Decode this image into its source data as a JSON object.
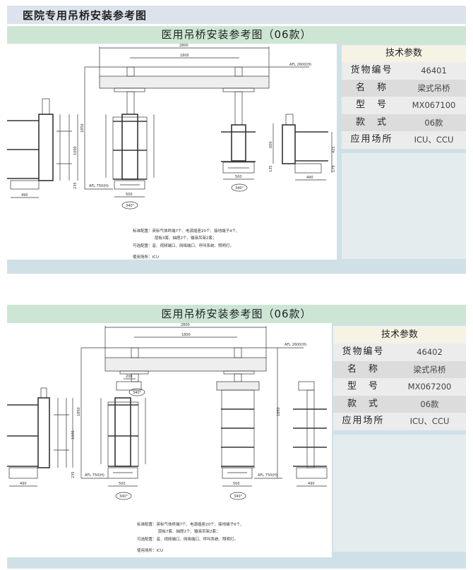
{
  "page_title": "医院专用吊桥安装参考图",
  "sections": [
    {
      "title": "医用吊桥安装参考图（06款）",
      "params_title": "技术参数",
      "params": [
        {
          "k": "货物编号",
          "v": "46401"
        },
        {
          "k": "名　称",
          "v": "梁式吊桥"
        },
        {
          "k": "型　号",
          "v": "MX067100"
        },
        {
          "k": "款　式",
          "v": "06款"
        },
        {
          "k": "应用场所",
          "v": "ICU、CCU"
        }
      ],
      "dims": {
        "w2800": "2800",
        "w1800": "1800",
        "afl_top": "AFL 2600(H)",
        "afl_bottom": "AFL 750(H)",
        "h1850": "1850",
        "h1000": "1000",
        "h235": "235",
        "w490a": "490",
        "w500a": "500",
        "rot_a": "340°",
        "w500b": "500",
        "rot_b": "340°",
        "h600": "600",
        "h425": "425",
        "h135": "135",
        "h179": "179",
        "w490b": "490"
      },
      "notes": [
        "标准配置：英标气体终端7个、电源插座20个、接地端子4个、",
        "层板3套、抽屉2个、输液吊架2套；",
        "可选配置：音、视频端口、网络端口、呼叫系统、照明灯。",
        "使用场所：ICU"
      ]
    },
    {
      "title": "医用吊桥安装参考图（06款）",
      "params_title": "技术参数",
      "params": [
        {
          "k": "货物编号",
          "v": "46402"
        },
        {
          "k": "名　称",
          "v": "梁式吊桥"
        },
        {
          "k": "型　号",
          "v": "MX067200"
        },
        {
          "k": "款　式",
          "v": "06款"
        },
        {
          "k": "应用场所",
          "v": "ICU、CCU"
        }
      ],
      "dims": {
        "w2800": "2800",
        "w1800": "1800",
        "afl_top": "AFL 2600(H)",
        "w200": "200",
        "rot_top": "340°",
        "h1850a": "1850",
        "h1000": "1000",
        "h235": "235",
        "w490a": "490",
        "afl_bottom_a": "AFL 750(H)",
        "w500a": "500",
        "rot_a": "340°",
        "w500b": "500",
        "rot_b": "340°",
        "h1850b": "1850",
        "afl_bottom_b": "AFL 750(H)",
        "w490b": "490"
      },
      "notes": [
        "标准配置：英标气体终端7个、电源插座20个、接地端子6个、",
        "层板7套、抽屉2个、输液吊架2套；",
        "可选配置：音、视频端口、网络端口、呼叫系统、照明灯。",
        "使用场所：ICU"
      ]
    }
  ]
}
